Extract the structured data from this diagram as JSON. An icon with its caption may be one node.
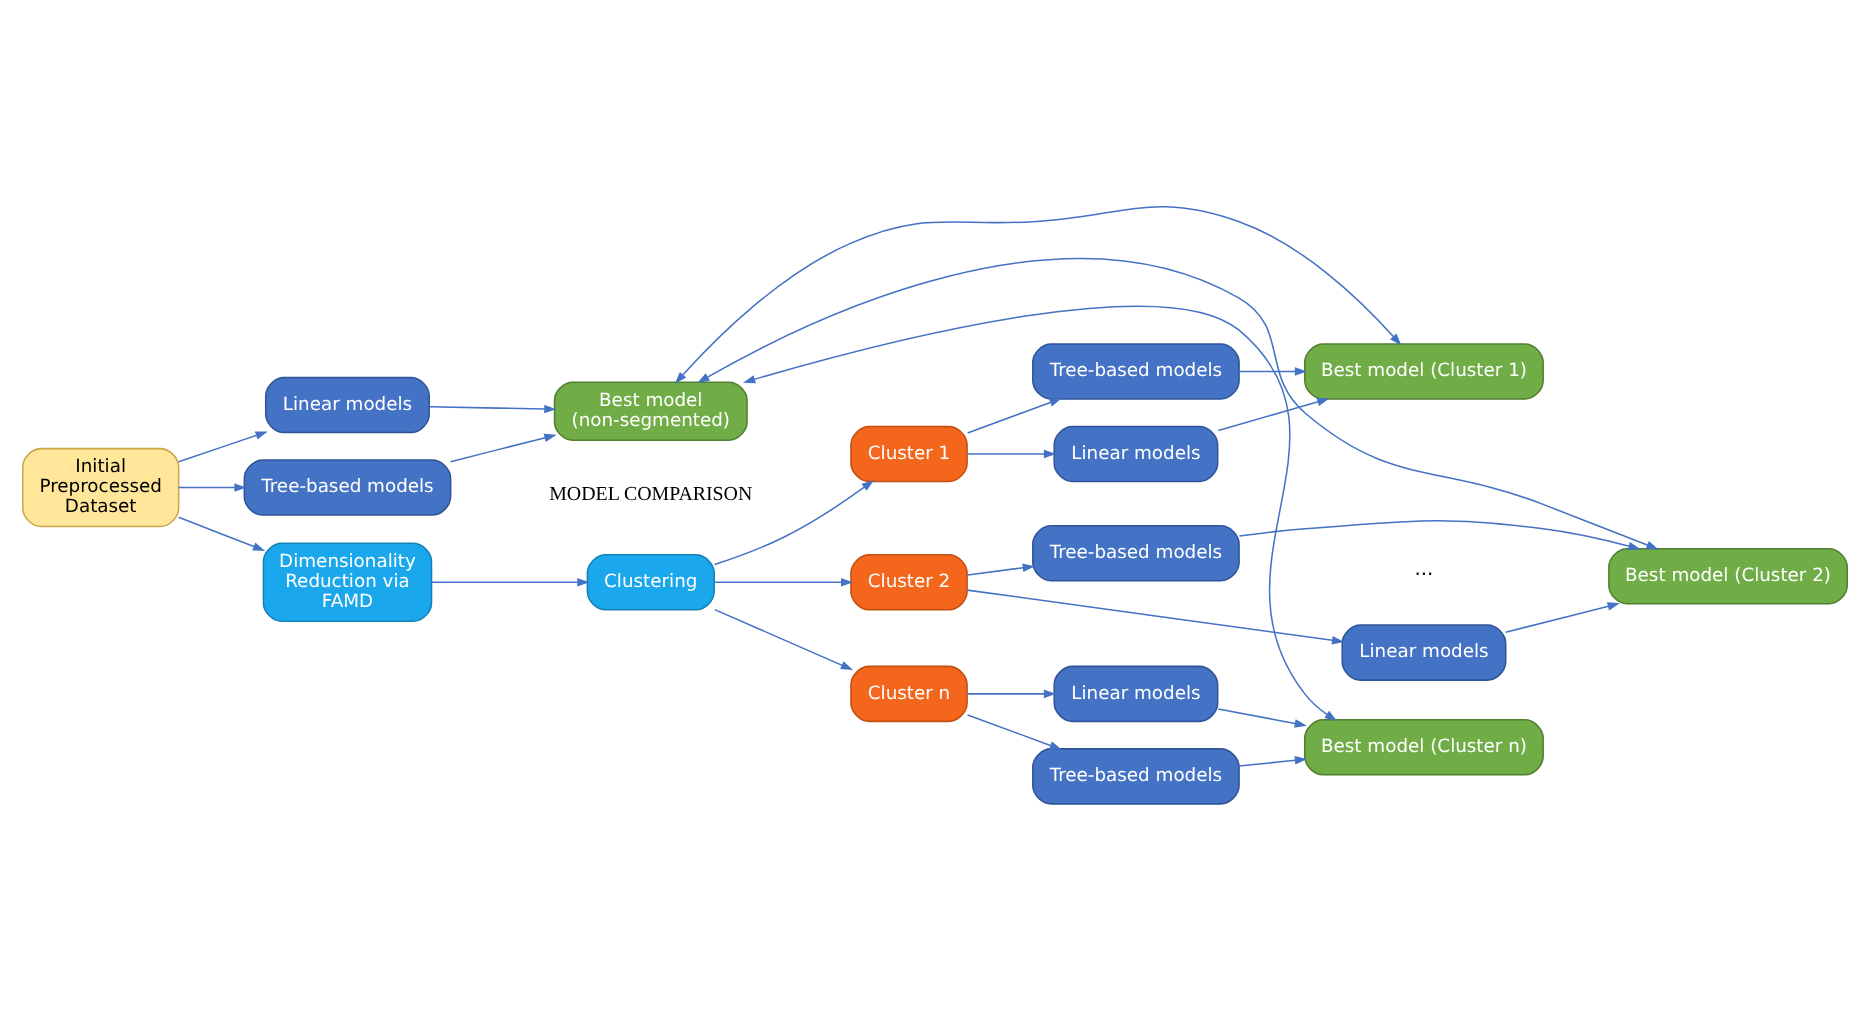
{
  "diagram": {
    "nodes": [
      {
        "text": [
          "Initial Preprocessed Dataset"
        ]
      },
      {
        "text": [
          "Linear models"
        ]
      },
      {
        "text": [
          "Tree-based models"
        ]
      },
      {
        "text": [
          "Best model (non-segmented)"
        ]
      },
      {
        "text": [
          "Dimensionality Reduction via FAMD"
        ]
      },
      {
        "text": [
          "Clustering"
        ]
      },
      {
        "text": [
          "Cluster 1"
        ]
      },
      {
        "text": [
          "Linear models"
        ]
      },
      {
        "text": [
          "Tree-based models"
        ]
      },
      {
        "text": [
          "Best model (Cluster 1)"
        ]
      },
      {
        "text": [
          "Cluster 2"
        ]
      },
      {
        "text": [
          "Linear models"
        ]
      },
      {
        "text": [
          "Tree-based models"
        ]
      },
      {
        "text": [
          "Best model (Cluster 2)"
        ]
      },
      {
        "text": [
          "Cluster n"
        ]
      },
      {
        "text": [
          "Linear models"
        ]
      },
      {
        "text": [
          "Tree-based models"
        ]
      },
      {
        "text": [
          "Best model (Cluster n)"
        ]
      }
    ],
    "edges": [
      {
        "from": 0,
        "to": 1,
        "arrow": "to"
      },
      {
        "from": 0,
        "to": 2,
        "arrow": "to"
      },
      {
        "from": 1,
        "to": 3,
        "arrow": "to"
      },
      {
        "from": 2,
        "to": 3,
        "arrow": "to"
      },
      {
        "from": 0,
        "to": 4,
        "arrow": "to"
      },
      {
        "from": 4,
        "to": 5,
        "arrow": "to"
      },
      {
        "from": 5,
        "to": 6,
        "arrow": "to"
      },
      {
        "from": 5,
        "to": 10,
        "arrow": "to"
      },
      {
        "from": 5,
        "to": 14,
        "arrow": "to"
      },
      {
        "from": 6,
        "to": 7,
        "arrow": "to"
      },
      {
        "from": 6,
        "to": 8,
        "arrow": "to"
      },
      {
        "from": 7,
        "to": 9,
        "arrow": "to"
      },
      {
        "from": 8,
        "to": 9,
        "arrow": "to"
      },
      {
        "from": 10,
        "to": 11,
        "arrow": "to"
      },
      {
        "from": 10,
        "to": 12,
        "arrow": "to"
      },
      {
        "from": 11,
        "to": 13,
        "arrow": "to"
      },
      {
        "from": 12,
        "to": 13,
        "arrow": "to"
      },
      {
        "from": 14,
        "to": 15,
        "arrow": "to"
      },
      {
        "from": 14,
        "to": 16,
        "arrow": "to"
      },
      {
        "from": 15,
        "to": 17,
        "arrow": "to"
      },
      {
        "from": 16,
        "to": 17,
        "arrow": "to"
      },
      {
        "from": 3,
        "to": 9,
        "arrow": "both"
      },
      {
        "from": 3,
        "to": 13,
        "arrow": "both"
      },
      {
        "from": 3,
        "to": 17,
        "arrow": "both"
      }
    ],
    "labels": [
      "MODEL COMPARISON",
      "..."
    ]
  }
}
